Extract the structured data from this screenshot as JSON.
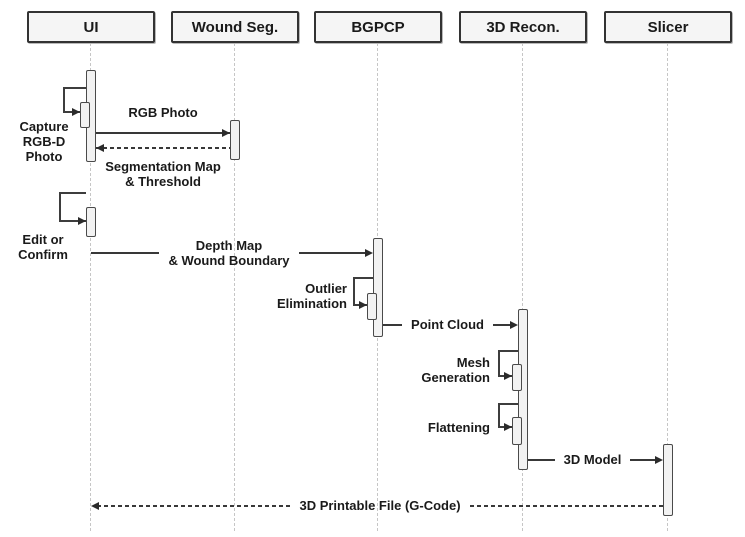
{
  "diagram_type": "uml-sequence-diagram",
  "actors": [
    {
      "label": "UI"
    },
    {
      "label": "Wound Seg."
    },
    {
      "label": "BGPCP"
    },
    {
      "label": "3D Recon."
    },
    {
      "label": "Slicer"
    }
  ],
  "messages": {
    "capture_rgbd": {
      "from": "UI",
      "to": "UI",
      "kind": "self",
      "line1": "Capture",
      "line2": "RGB-D",
      "line3": "Photo"
    },
    "rgb_photo": {
      "from": "UI",
      "to": "Wound Seg.",
      "kind": "solid",
      "label": "RGB Photo"
    },
    "segmentation_map": {
      "from": "Wound Seg.",
      "to": "UI",
      "kind": "dashed-return",
      "line1": "Segmentation Map",
      "line2": "& Threshold"
    },
    "edit_or_confirm": {
      "from": "UI",
      "to": "UI",
      "kind": "self",
      "line1": "Edit or",
      "line2": "Confirm"
    },
    "depth_map": {
      "from": "UI",
      "to": "BGPCP",
      "kind": "solid",
      "line1": "Depth Map",
      "line2": "& Wound Boundary"
    },
    "outlier_elimination": {
      "from": "BGPCP",
      "to": "BGPCP",
      "kind": "self",
      "line1": "Outlier",
      "line2": "Elimination"
    },
    "point_cloud": {
      "from": "BGPCP",
      "to": "3D Recon.",
      "kind": "solid",
      "label": "Point Cloud"
    },
    "mesh_generation": {
      "from": "3D Recon.",
      "to": "3D Recon.",
      "kind": "self",
      "line1": "Mesh",
      "line2": "Generation"
    },
    "flattening": {
      "from": "3D Recon.",
      "to": "3D Recon.",
      "kind": "self",
      "label": "Flattening"
    },
    "model_3d": {
      "from": "3D Recon.",
      "to": "Slicer",
      "kind": "solid",
      "label": "3D Model"
    },
    "gcode_file": {
      "from": "Slicer",
      "to": "UI",
      "kind": "dashed-return",
      "label": "3D Printable File (G-Code)"
    }
  },
  "colors": {
    "background": "#ffffff",
    "actor_fill": "#f5f5f5",
    "actor_border": "#333333",
    "activation_fill": "#f2f2f2",
    "activation_border": "#4a4a4a",
    "lifeline": "#c6c6c6",
    "message_line": "#383838",
    "text": "#1a1a1a"
  }
}
